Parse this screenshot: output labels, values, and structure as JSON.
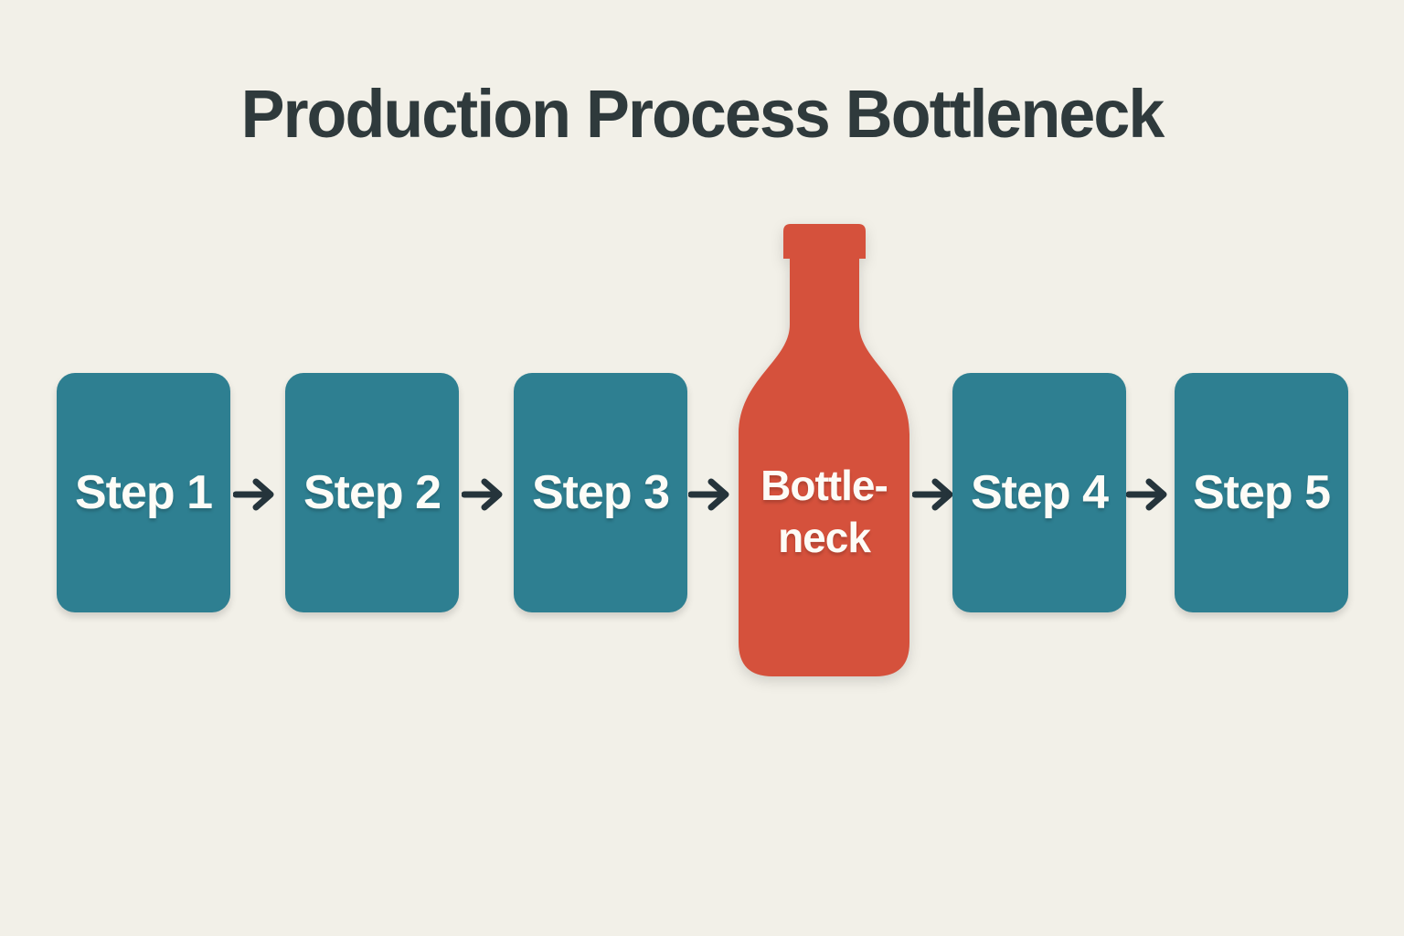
{
  "title": "Production Process Bottleneck",
  "diagram": {
    "type": "linear-process-flow",
    "steps": [
      {
        "label": "Step 1",
        "kind": "step"
      },
      {
        "label": "Step 2",
        "kind": "step"
      },
      {
        "label": "Step 3",
        "kind": "step"
      },
      {
        "label": "Bottle-neck",
        "kind": "bottleneck",
        "line1": "Bottle-",
        "line2": "neck"
      },
      {
        "label": "Step 4",
        "kind": "step"
      },
      {
        "label": "Step 5",
        "kind": "step"
      }
    ],
    "connector_icon": "arrow-right",
    "connector_count": 5
  },
  "colors": {
    "background": "#f2f0e8",
    "step_box": "#2e7f91",
    "bottle": "#d5513c",
    "arrow": "#25343b",
    "title_text": "#2f3a3c",
    "label_text": "#fdfcf7"
  }
}
